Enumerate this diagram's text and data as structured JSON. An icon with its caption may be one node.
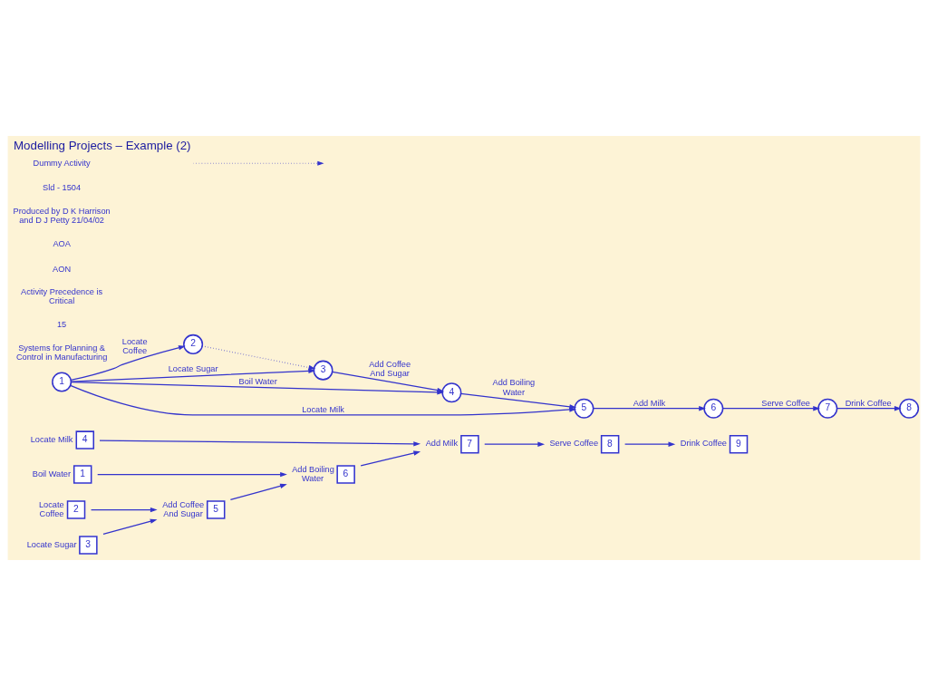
{
  "diagram": {
    "title": "Modelling Projects – Example (2)",
    "nodes": [
      {
        "text": [
          "4"
        ],
        "beside": [
          "Locate Milk"
        ]
      },
      {
        "text": [
          "1"
        ],
        "beside": [
          "Boil Water"
        ]
      },
      {
        "text": [
          "2"
        ],
        "beside": [
          "Locate Coffee"
        ]
      },
      {
        "text": [
          "3"
        ],
        "beside": [
          "Locate Sugar"
        ]
      },
      {
        "text": [
          "5"
        ],
        "beside": [
          "Add Coffee And Sugar"
        ]
      },
      {
        "text": [
          "6"
        ],
        "beside": [
          "Add Boiling Water"
        ]
      },
      {
        "text": [
          "7"
        ],
        "beside": [
          "Add Milk"
        ]
      },
      {
        "text": [
          "8"
        ],
        "beside": [
          "Serve Coffee"
        ]
      },
      {
        "text": [
          "9"
        ],
        "beside": [
          "Drink Coffee"
        ]
      },
      {
        "text": [
          "1"
        ]
      },
      {
        "text": [
          "2"
        ]
      },
      {
        "text": [
          "3"
        ]
      },
      {
        "text": [
          "4"
        ]
      },
      {
        "text": [
          "5"
        ]
      },
      {
        "text": [
          "6"
        ]
      },
      {
        "text": [
          "7"
        ]
      },
      {
        "text": [
          "8"
        ]
      }
    ],
    "edges": [
      {
        "from": 0,
        "to": 6,
        "arrow": "to"
      },
      {
        "from": 1,
        "to": 5,
        "arrow": "to"
      },
      {
        "from": 2,
        "to": 4,
        "arrow": "to"
      },
      {
        "from": 3,
        "to": 4,
        "arrow": "to"
      },
      {
        "from": 4,
        "to": 5,
        "arrow": "to"
      },
      {
        "from": 5,
        "to": 6,
        "arrow": "to"
      },
      {
        "from": 6,
        "to": 7,
        "arrow": "to"
      },
      {
        "from": 7,
        "to": 8,
        "arrow": "to"
      },
      {
        "from": 9,
        "to": 13,
        "arrow": "to",
        "label": "Locate Milk"
      },
      {
        "from": 9,
        "to": 12,
        "arrow": "to",
        "label": "Boil Water"
      },
      {
        "from": 9,
        "to": 10,
        "arrow": "to",
        "label": "Locate Coffee"
      },
      {
        "from": 9,
        "to": 11,
        "arrow": "to",
        "label": "Locate Sugar"
      },
      {
        "from": 10,
        "to": 11,
        "arrow": "to",
        "style": "dashed"
      },
      {
        "from": 11,
        "to": 12,
        "arrow": "to",
        "label": "Add Coffee And Sugar"
      },
      {
        "from": 12,
        "to": 13,
        "arrow": "to",
        "label": "Add Boiling Water"
      },
      {
        "from": 13,
        "to": 14,
        "arrow": "to",
        "label": "Add Milk"
      },
      {
        "from": 14,
        "to": 15,
        "arrow": "to",
        "label": "Serve Coffee"
      },
      {
        "from": 15,
        "to": 16,
        "arrow": "to",
        "label": "Drink Coffee"
      }
    ],
    "labels": [
      "Systems for Planning & Control in Manufacturing",
      "15",
      "Activity Precedence is Critical",
      "AON",
      "AOA",
      "Produced by D K Harrison and D J Petty 21/04/02",
      "Sld - 1504"
    ],
    "legend": [
      {
        "text": "Dummy Activity"
      }
    ]
  }
}
